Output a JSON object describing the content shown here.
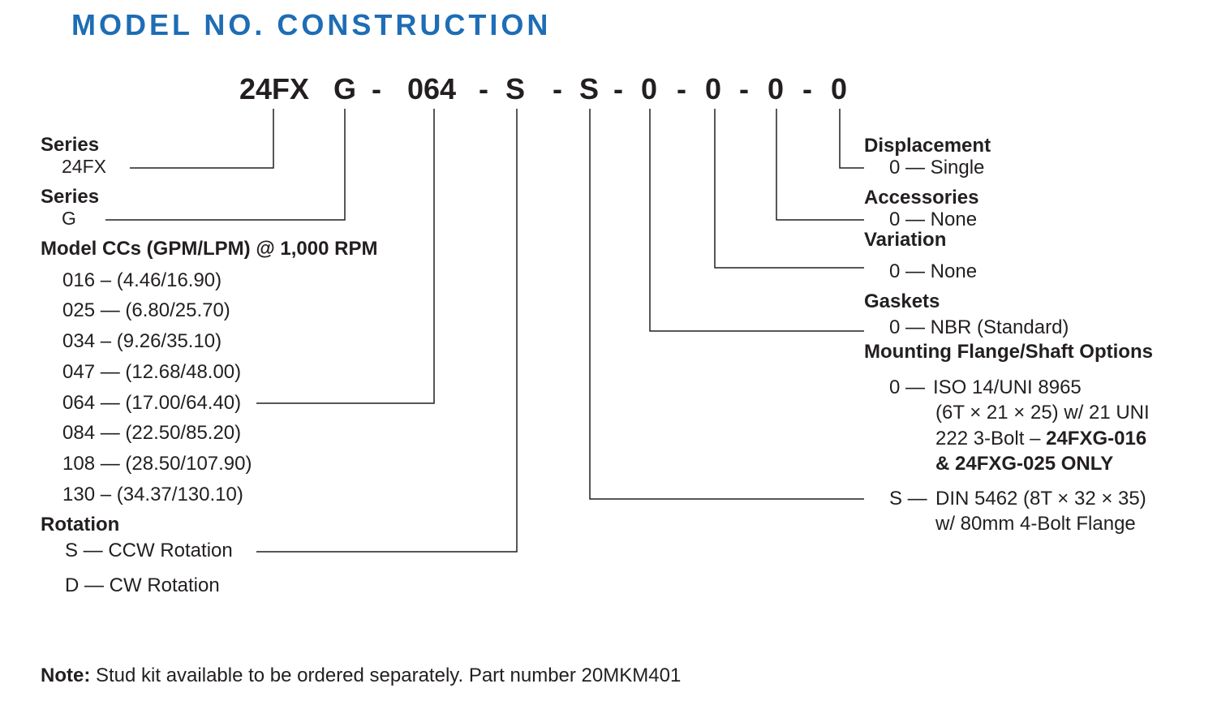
{
  "title": "MODEL NO. CONSTRUCTION",
  "model_code": [
    "24FX",
    "G",
    "-",
    "064",
    "-",
    "S",
    "-",
    "S",
    "-",
    "0",
    "-",
    "0",
    "-",
    "0",
    "-",
    "0"
  ],
  "left": {
    "series1": {
      "heading": "Series",
      "value": "24FX"
    },
    "series2": {
      "heading": "Series",
      "value": "G"
    },
    "model_ccs": {
      "heading": "Model CCs (GPM/LPM) @ 1,000 RPM",
      "items": [
        "016 – (4.46/16.90)",
        "025 —  (6.80/25.70)",
        "034 – (9.26/35.10)",
        "047 — (12.68/48.00)",
        "064 — (17.00/64.40)",
        "084 — (22.50/85.20)",
        "108 — (28.50/107.90)",
        "130 – (34.37/130.10)"
      ]
    },
    "rotation": {
      "heading": "Rotation",
      "items": [
        "S — CCW Rotation",
        "D — CW Rotation"
      ]
    }
  },
  "right": {
    "displacement": {
      "heading": "Displacement",
      "value": "0 — Single"
    },
    "accessories": {
      "heading": "Accessories",
      "value": "0 — None"
    },
    "variation": {
      "heading": "Variation",
      "value": "0 — None"
    },
    "gaskets": {
      "heading": "Gaskets",
      "value": "0 — NBR (Standard)"
    },
    "mounting": {
      "heading": "Mounting Flange/Shaft Options",
      "opt0_code": "0 —",
      "opt0_line1": "ISO 14/UNI 8965",
      "opt0_line2": "(6T × 21 × 25) w/ 21 UNI",
      "opt0_line3_a": "222 3-Bolt – ",
      "opt0_line3_b": "24FXG-016",
      "opt0_line4": "& 24FXG-025 ONLY",
      "optS_code": "S —",
      "optS_line1": "DIN 5462 (8T × 32 × 35)",
      "optS_line2": "w/ 80mm 4-Bolt Flange"
    }
  },
  "note": {
    "label": "Note:",
    "text": " Stud kit available to be ordered separately. Part number 20MKM401"
  }
}
